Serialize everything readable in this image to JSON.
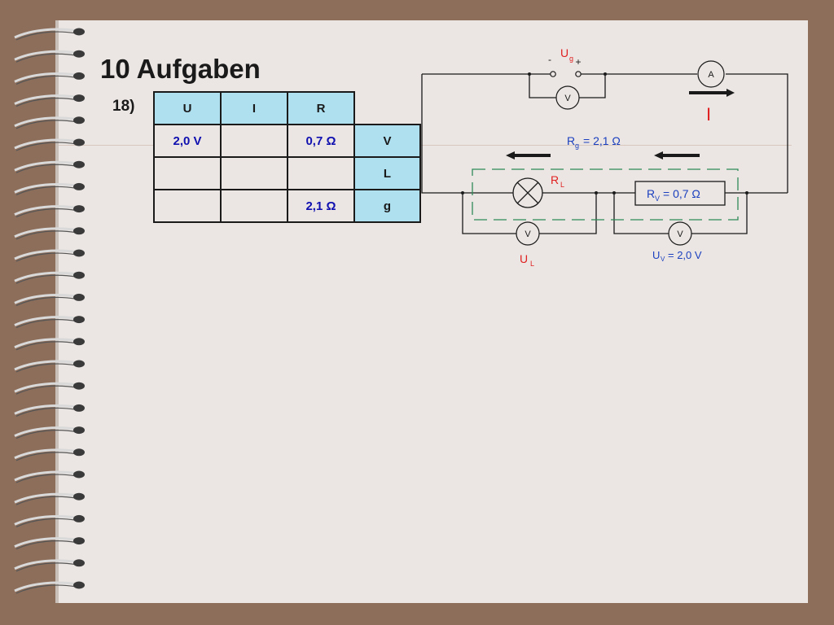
{
  "slide": {
    "title": "10 Aufgaben",
    "task_number": "18)"
  },
  "table": {
    "headers": [
      "U",
      "I",
      "R"
    ],
    "rows": [
      {
        "U": "2,0 V",
        "I": "",
        "R": "0,7 Ω",
        "label": "V"
      },
      {
        "U": "",
        "I": "",
        "R": "",
        "label": "L"
      },
      {
        "U": "",
        "I": "",
        "R": "2,1 Ω",
        "label": "g"
      }
    ]
  },
  "circuit": {
    "source_label": "U",
    "source_sub": "g",
    "source_minus": "-",
    "source_plus": "+",
    "voltmeter_symbol": "V",
    "ammeter_symbol": "A",
    "current_label": "I",
    "rg_label": "R",
    "rg_sub": "g",
    "rg_value": "= 2,1 Ω",
    "rl_label": "R",
    "rl_sub": "L",
    "rv_label": "R",
    "rv_sub": "V",
    "rv_value": "= 0,7 Ω",
    "ul_label": "U",
    "ul_sub": "L",
    "uv_label": "U",
    "uv_sub": "V",
    "uv_value": "= 2,0 V",
    "colors": {
      "wire": "#1a1a1a",
      "red_label": "#e02020",
      "blue_label": "#1a3fbf",
      "dashed_box": "#2e8b57"
    }
  }
}
